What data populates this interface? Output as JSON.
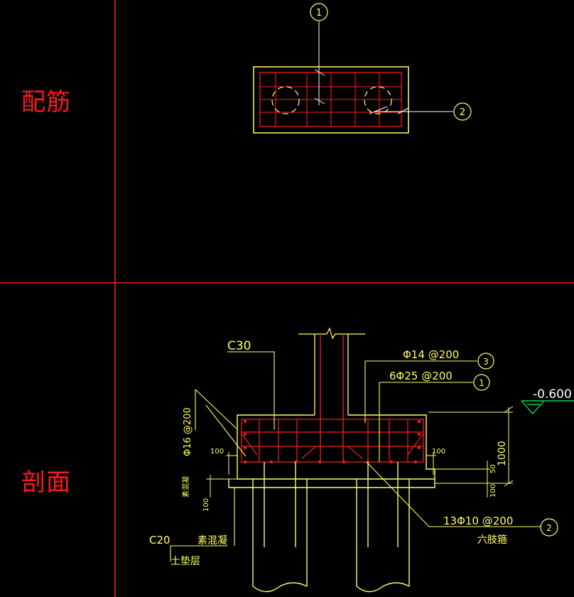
{
  "labels": {
    "plan_title_1": "配",
    "plan_title_2": "筋",
    "section_title_1": "剖",
    "section_title_2": "面"
  },
  "callouts": {
    "top_1": "1",
    "top_2": "2",
    "sec_3": "3",
    "sec_1": "1",
    "sec_2": "2"
  },
  "annotations": {
    "concrete": "C30",
    "top_bar": "Φ14 @200",
    "main_bar": "6Φ25 @200",
    "level": "-0.600",
    "side_bar": "Φ16 @200",
    "dim_100_left": "100",
    "dim_100_right": "100",
    "dim_50": "50",
    "dim_1000": "1000",
    "dim_100_bottom": "100",
    "dim_100_pad": "100",
    "pad_label": "素混凝",
    "base_bar": "13Φ10 @200",
    "six_leg": "六肢箍",
    "c20": "C20",
    "plain_concrete": "素混凝",
    "cushion": "土垫层"
  },
  "colors": {
    "background": "#000000",
    "frame": "#ff2020",
    "outline": "#ffff66",
    "rebar": "#ff2020",
    "text": "#ffff66"
  }
}
